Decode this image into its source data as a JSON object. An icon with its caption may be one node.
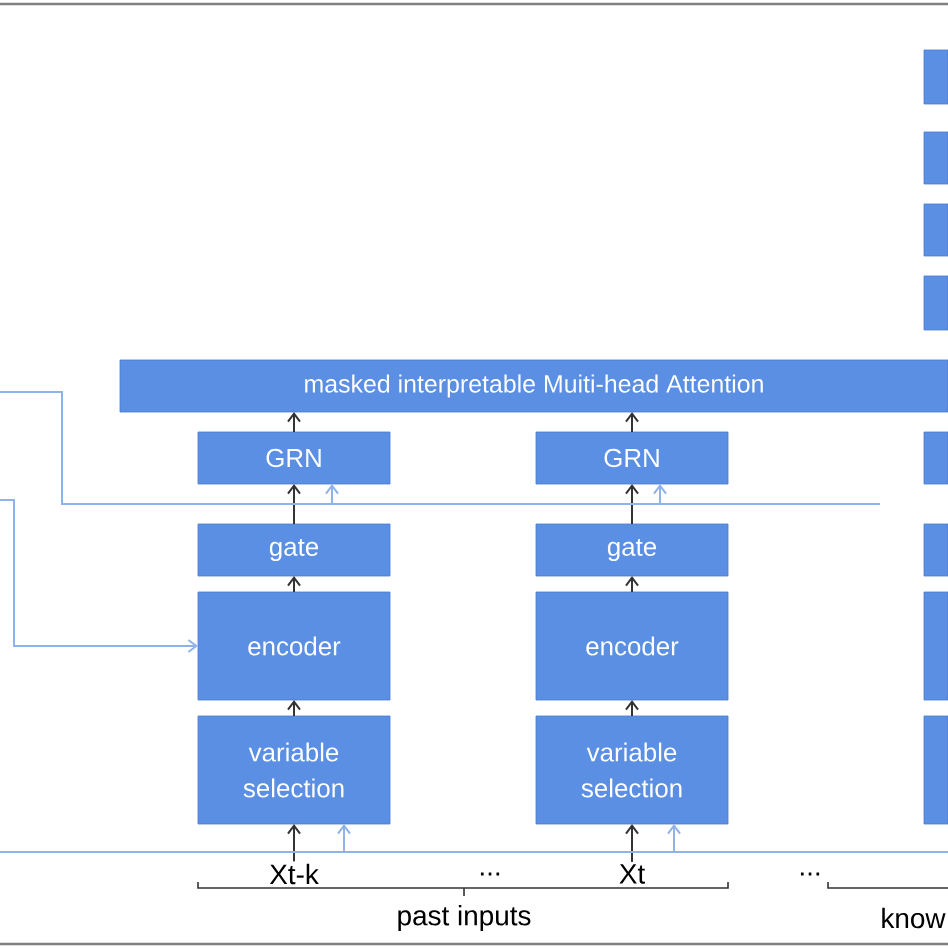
{
  "diagram": {
    "nodes": [
      {
        "text": [
          "masked interpretable Muiti-head Attention"
        ]
      },
      {
        "text": [
          "GRN"
        ]
      },
      {
        "text": [
          "gate"
        ]
      },
      {
        "text": [
          "encoder"
        ]
      },
      {
        "text": [
          "variable selection"
        ]
      },
      {
        "text": [
          "GRN"
        ]
      },
      {
        "text": [
          "gate"
        ]
      },
      {
        "text": [
          "encoder"
        ]
      },
      {
        "text": [
          "variable selection"
        ]
      },
      {
        "text": [
          "Xt-k"
        ]
      },
      {
        "text": [
          "Xt"
        ]
      },
      {
        "text": [],
        "shape": "box"
      },
      {
        "text": [],
        "shape": "box"
      },
      {
        "text": [],
        "shape": "box"
      },
      {
        "text": [],
        "shape": "box"
      },
      {
        "text": [],
        "shape": "box"
      },
      {
        "text": [],
        "shape": "box"
      },
      {
        "text": [],
        "shape": "box"
      },
      {
        "text": [],
        "shape": "box"
      }
    ],
    "edges": [
      {
        "from": 9,
        "to": 4,
        "arrow": "to"
      },
      {
        "from": 4,
        "to": 3,
        "arrow": "to"
      },
      {
        "from": 3,
        "to": 2,
        "arrow": "to"
      },
      {
        "from": 2,
        "to": 1,
        "arrow": "to"
      },
      {
        "from": 1,
        "to": 0,
        "arrow": "to"
      },
      {
        "from": 10,
        "to": 8,
        "arrow": "to"
      },
      {
        "from": 8,
        "to": 7,
        "arrow": "to"
      },
      {
        "from": 7,
        "to": 6,
        "arrow": "to"
      },
      {
        "from": 6,
        "to": 5,
        "arrow": "to"
      },
      {
        "from": 5,
        "to": 0,
        "arrow": "to"
      },
      {
        "from": null,
        "to": 3,
        "arrow": "to",
        "color": "#8fb3e8"
      },
      {
        "from": null,
        "to": 1,
        "arrow": "to",
        "color": "#8fb3e8"
      },
      {
        "from": null,
        "to": 5,
        "arrow": "to",
        "color": "#8fb3e8"
      },
      {
        "from": null,
        "to": 4,
        "arrow": "to",
        "color": "#8fb3e8"
      },
      {
        "from": null,
        "to": 8,
        "arrow": "to",
        "color": "#8fb3e8"
      }
    ],
    "labels": [
      "...",
      "...",
      "past inputs",
      "know"
    ]
  }
}
